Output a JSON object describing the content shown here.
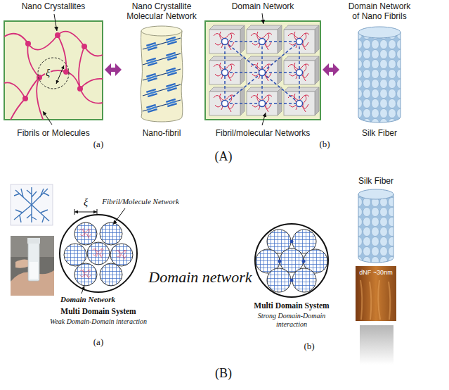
{
  "diagram": {
    "nodes": [
      {
        "text": [
          "Nano Crystallites",
          "Fibrils or Molecules"
        ]
      },
      {
        "text": [
          "Nano Crystallite Molecular Network",
          "Nano-fibril"
        ]
      },
      {
        "text": [
          "Domain Network",
          "Fibril/molecular Networks"
        ]
      },
      {
        "text": [
          "Domain Network of Nano Fibrils",
          "Silk Fiber"
        ]
      }
    ],
    "edges": [
      {
        "from": 0,
        "to": 1,
        "arrow": "both"
      },
      {
        "from": 2,
        "to": 3,
        "arrow": "both"
      }
    ],
    "labels": [
      "(a)",
      "(b)",
      "(A)",
      "ξ",
      "ξ",
      "Fibril/Molecule Network",
      "Domain Network",
      "Multi Domain System",
      "Weak Domain-Domain interaction",
      "(a)",
      "Domain network",
      "Multi Domain System",
      "Strong Domain-Domain interaction",
      "(b)",
      "Silk Fiber",
      "dNF ~30nm",
      "(B)"
    ]
  }
}
